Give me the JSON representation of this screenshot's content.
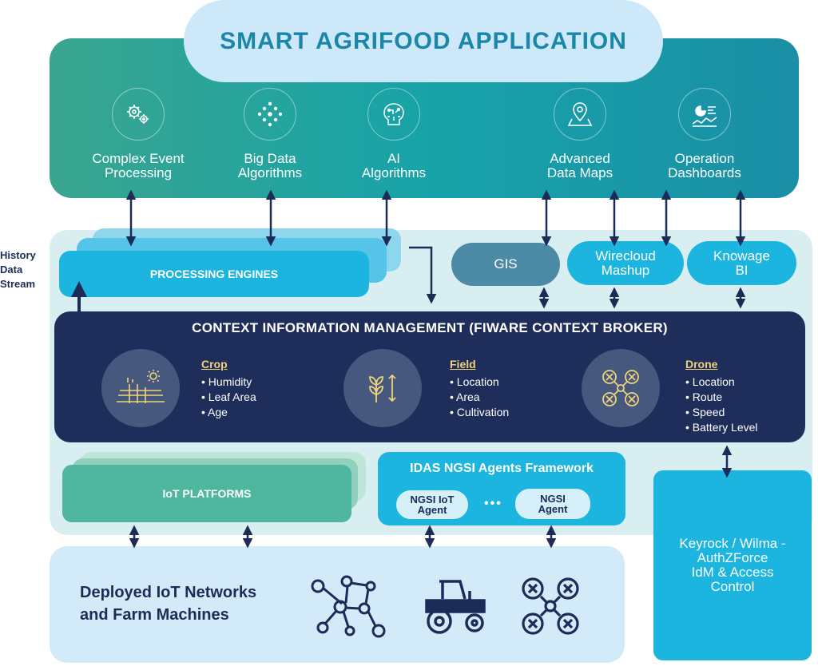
{
  "title": "SMART AGRIFOOD APPLICATION",
  "apps": [
    {
      "label1": "Complex Event",
      "label2": "Processing",
      "icon": "gears-icon"
    },
    {
      "label1": "Big Data",
      "label2": "Algorithms",
      "icon": "network-nodes-icon"
    },
    {
      "label1": "AI",
      "label2": "Algorithms",
      "icon": "brain-circuit-icon"
    },
    {
      "label1": "Advanced",
      "label2": "Data Maps",
      "icon": "map-pin-icon"
    },
    {
      "label1": "Operation",
      "label2": "Dashboards",
      "icon": "dashboard-icon"
    }
  ],
  "history": {
    "l1": "History",
    "l2": "Data",
    "l3": "Stream"
  },
  "processing_engines": "PROCESSING ENGINES",
  "gis": "GIS",
  "wirecloud": {
    "l1": "Wirecloud",
    "l2": "Mashup"
  },
  "knowage": {
    "l1": "Knowage",
    "l2": "BI"
  },
  "cim_title": "CONTEXT INFORMATION MANAGEMENT (FIWARE CONTEXT BROKER)",
  "entities": [
    {
      "name": "Crop",
      "attrs": [
        "• Humidity",
        "• Leaf Area",
        "• Age"
      ],
      "icon": "crop-field-icon"
    },
    {
      "name": "Field",
      "attrs": [
        "• Location",
        "• Area",
        "• Cultivation"
      ],
      "icon": "plant-growth-icon"
    },
    {
      "name": "Drone",
      "attrs": [
        "• Location",
        "• Route",
        "• Speed",
        "• Battery Level"
      ],
      "icon": "drone-icon"
    }
  ],
  "iot_platforms": "IoT PLATFORMS",
  "idas": {
    "title": "IDAS NGSI Agents Framework",
    "agent1": {
      "l1": "NGSI IoT",
      "l2": "Agent"
    },
    "dots": "•••",
    "agent2": {
      "l1": "NGSI",
      "l2": "Agent"
    }
  },
  "deployed": {
    "l1": "Deployed IoT Networks",
    "l2": "and Farm Machines"
  },
  "keyrock": {
    "l1": "Keyrock / Wilma -",
    "l2": "AuthZForce",
    "l3": "IdM & Access",
    "l4": "Control"
  },
  "colors": {
    "navy": "#1f2d5a",
    "cyan": "#1cb5e0",
    "teal": "#17a3a8",
    "green": "#4fb7a0",
    "gold": "#f0d27a"
  }
}
